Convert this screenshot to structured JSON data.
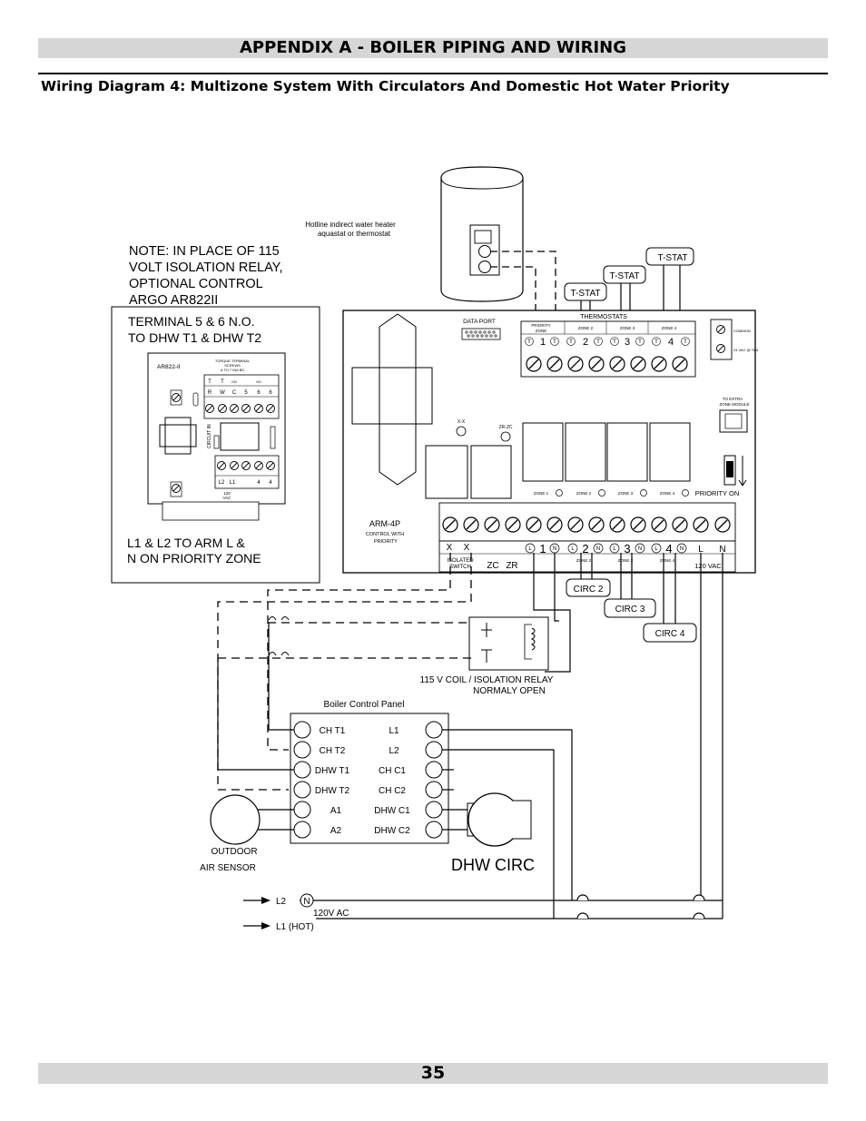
{
  "header": {
    "title": "APPENDIX A - BOILER PIPING AND WIRING"
  },
  "subtitle": "Wiring Diagram 4:  Multizone System With Circulators And Domestic Hot Water Priority",
  "footer": {
    "page_number": "35"
  },
  "diagram": {
    "note_lines": [
      "NOTE: IN PLACE OF 115",
      "VOLT ISOLATION RELAY,",
      "OPTIONAL CONTROL",
      "ARGO AR822II"
    ],
    "terminal_note": [
      "TERMINAL 5 & 6 N.O.",
      "TO DHW T1 & DHW T2"
    ],
    "priority_note": [
      "L1 & L2 TO ARM L &",
      "N ON PRIORITY ZONE"
    ],
    "ar822": {
      "name": "AR822-II",
      "torque": [
        "TORQUE TERMINAL",
        "SCREWS",
        "6 TO 7 IN/LBS"
      ],
      "top_letters": [
        "T",
        "T",
        "R",
        "W",
        "C",
        "5",
        "6",
        "6"
      ],
      "label_24v": "24V",
      "no_label": "NO",
      "bottom_labels": [
        "L2",
        "L1",
        "4",
        "4"
      ],
      "vac_label": [
        "120",
        "VAC"
      ]
    },
    "water_heater_label": [
      "Hotline indirect water heater",
      "aquastat or thermostat"
    ],
    "tstat_labels": [
      "T-STAT",
      "T-STAT",
      "T-STAT"
    ],
    "arm": {
      "data_port": "DATA PORT",
      "thermostats": "THERMOSTATS",
      "zone_headers": [
        "PRIORITY ZONE",
        "ZONE 2",
        "ZONE 3",
        "ZONE 4"
      ],
      "t_numbers": [
        "1",
        "2",
        "3",
        "4"
      ],
      "common": "COMMON",
      "vac24": "24 VAC @ TAA",
      "extra_zone": [
        "TO EXTRA",
        "ZONE MODULE"
      ],
      "xx": "X-X",
      "zrzc": "ZR-ZC",
      "zone_row": [
        "ZONE 1",
        "ZONE 2",
        "ZONE 3",
        "ZONE 4"
      ],
      "priority_on": "PRIORITY ON",
      "model": "ARM-4P",
      "model_sub": [
        "CONTROL WITH",
        "PRIORITY"
      ],
      "bottom_x": [
        "X",
        "X"
      ],
      "zc_zr": [
        "ZC",
        "ZR"
      ],
      "isolated": [
        "ISOLATED",
        "SWITCH"
      ],
      "circ_nums": [
        "1",
        "2",
        "3",
        "4"
      ],
      "l_letter": "L",
      "n_letter": "N",
      "bottom_zones": [
        "ZONE 2",
        "ZONE 3",
        "ZONE 4"
      ],
      "vac120": "120 VAC",
      "line_L": "L",
      "line_N": "N"
    },
    "circ_labels": [
      "CIRC 2",
      "CIRC 3",
      "CIRC 4"
    ],
    "relay_label": [
      "115 V COIL / ISOLATION RELAY",
      "NORMALY OPEN"
    ],
    "boiler_panel": {
      "title": "Boiler Control Panel",
      "left": [
        "CH T1",
        "CH T2",
        "DHW T1",
        "DHW T2",
        "A1",
        "A2"
      ],
      "right": [
        "L1",
        "L2",
        "CH C1",
        "CH C2",
        "DHW C1",
        "DHW C2"
      ]
    },
    "outdoor_sensor": [
      "OUTDOOR",
      "AIR SENSOR"
    ],
    "dhw_circ": "DHW CIRC",
    "power": {
      "l2": "L2",
      "n": "N",
      "vac": "120V AC",
      "l1": "L1 (HOT)"
    }
  }
}
